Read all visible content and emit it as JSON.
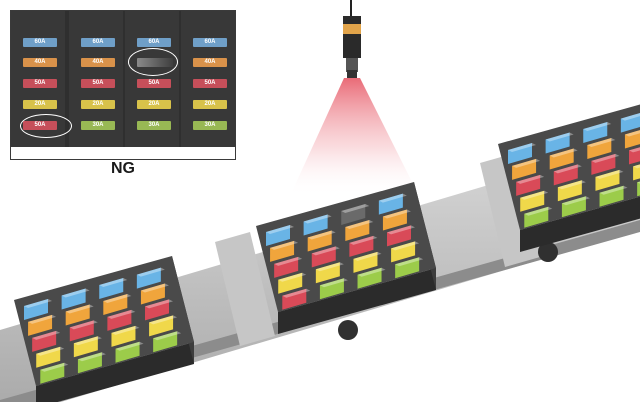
{
  "inset": {
    "columns": [
      [
        "60A",
        "40A",
        "50A",
        "20A",
        "50A"
      ],
      [
        "60A",
        "40A",
        "50A",
        "20A",
        "30A"
      ],
      [
        "60A",
        "",
        "50A",
        "20A",
        "30A"
      ],
      [
        "60A",
        "40A",
        "50A",
        "20A",
        "30A"
      ]
    ],
    "row_colors": [
      "#6f9fc8",
      "#d9924a",
      "#c64f5a",
      "#d8c24a",
      "#98b854"
    ],
    "defect_colors": {
      "wrong_rating": "#c64f5a",
      "missing": "#5a5a5a"
    },
    "verdict": "NG"
  },
  "fuse_colors": [
    "#69b4e6",
    "#f0a53c",
    "#d94a58",
    "#f0d84a",
    "#9ccc4a"
  ]
}
